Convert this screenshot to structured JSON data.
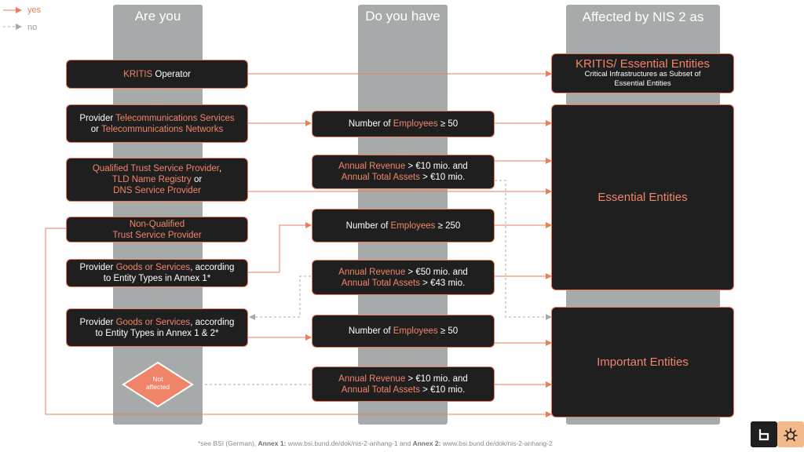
{
  "legend": {
    "yes": "yes",
    "no": "no"
  },
  "columns": {
    "are_you": "Are you",
    "do_you_have": "Do you have",
    "affected": "Affected by NIS 2 as"
  },
  "left": {
    "kritis": {
      "hl": "KRITIS",
      "rest": " Operator"
    },
    "telecom": {
      "l1a": "Provider ",
      "l1b": "Telecommunications Services",
      "l2a": "or ",
      "l2b": "Telecommunications Networks"
    },
    "trust": {
      "l1a": "Qualified Trust Service Provider",
      "l1b": ",",
      "l2a": "TLD Name Registry",
      "l2b": " or",
      "l3": "DNS Service Provider"
    },
    "nonq": {
      "l1": "Non-Qualified",
      "l2": "Trust Service Provider"
    },
    "annex1": {
      "l1a": "Provider ",
      "l1b": "Goods or Services",
      "l1c": ", according",
      "l2": "to Entity Types in Annex 1*"
    },
    "annex12": {
      "l1a": "Provider ",
      "l1b": "Goods or Services",
      "l1c": ", according",
      "l2": "to Entity Types in Annex 1 & 2*"
    },
    "not_affected": {
      "l1": "Not",
      "l2": "affected"
    }
  },
  "middle": {
    "emp50a": {
      "a": "Number of ",
      "b": "Employees",
      "c": " ≥ 50"
    },
    "rev10a": {
      "l1a": "Annual Revenue",
      "l1b": " > €10 mio. and",
      "l2a": "Annual Total Assets",
      "l2b": " > €10 mio."
    },
    "emp250": {
      "a": "Number of ",
      "b": "Employees",
      "c": " ≥ 250"
    },
    "rev50": {
      "l1a": "Annual Revenue",
      "l1b": " > €50 mio. and",
      "l2a": "Annual Total Assets",
      "l2b": " > €43 mio."
    },
    "emp50b": {
      "a": "Number of ",
      "b": "Employees",
      "c": " ≥ 50"
    },
    "rev10b": {
      "l1a": "Annual Revenue",
      "l1b": " > €10 mio. and",
      "l2a": "Annual Total Assets",
      "l2b": " > €10 mio."
    }
  },
  "right": {
    "kritis": {
      "title": "KRITIS/ Essential Entities",
      "sub1": "Critical Infrastructures as Subset of",
      "sub2": "Essential Entities"
    },
    "essential": "Essential Entities",
    "important": "Important Entities"
  },
  "footnote": {
    "a": "*see BSI (German), ",
    "b": "Annex 1:",
    "c": " www.bsi.bund.de/dok/nis-2-anhang-1 and ",
    "d": "Annex 2:",
    "e": " www.bsi.bund.de/dok/nis-2-anhang-2"
  },
  "colors": {
    "accent": "#ee7b5a",
    "box": "#1f1f1f",
    "column": "#a6aaaa",
    "dashed": "#aaaaaa"
  },
  "icons": {
    "logo_left": "b-logo-icon",
    "logo_right": "shield-bug-icon"
  }
}
